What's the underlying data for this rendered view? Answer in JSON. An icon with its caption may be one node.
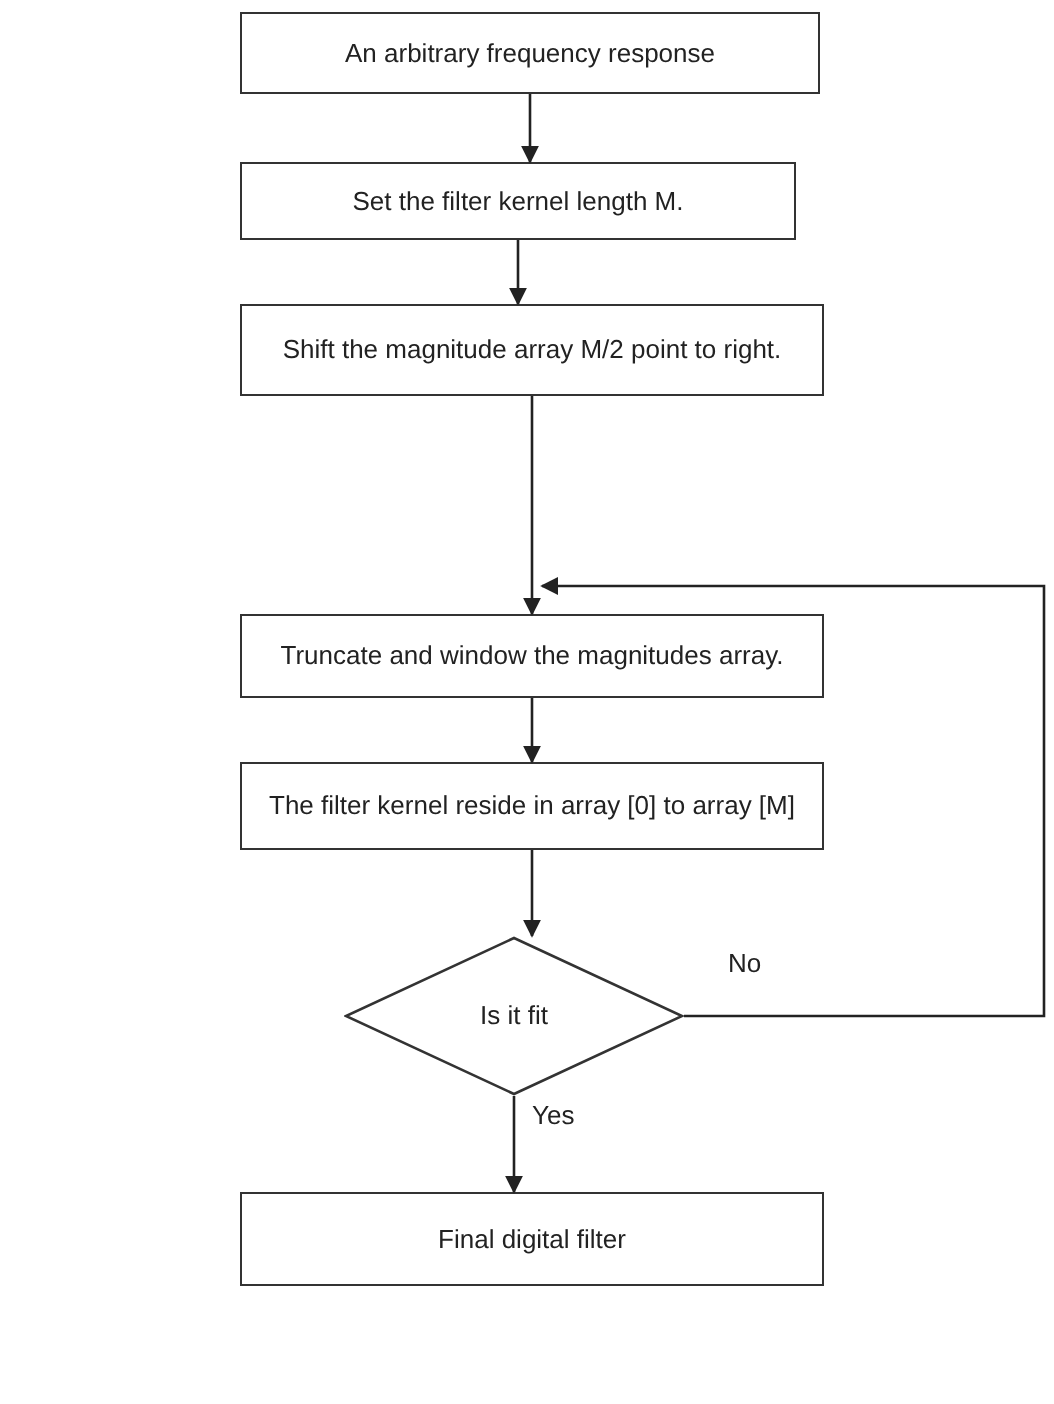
{
  "diagram": {
    "nodes": [
      {
        "text": [
          "An arbitrary frequency response"
        ]
      },
      {
        "text": [
          "Set the filter kernel length M."
        ]
      },
      {
        "text": [
          "Shift the magnitude array M/2 point to right."
        ]
      },
      {
        "text": [
          "Truncate and window the magnitudes array."
        ]
      },
      {
        "text": [
          "The filter kernel reside in array [0] to array [M]"
        ]
      },
      {
        "text": [
          "Is it fit"
        ]
      },
      {
        "text": [
          "Final digital filter"
        ]
      }
    ],
    "edges": [
      {
        "from": 0,
        "to": 1,
        "arrow": "to"
      },
      {
        "from": 1,
        "to": 2,
        "arrow": "to"
      },
      {
        "from": 2,
        "to": 3,
        "arrow": "to"
      },
      {
        "from": 3,
        "to": 4,
        "arrow": "to"
      },
      {
        "from": 4,
        "to": 5,
        "arrow": "to"
      },
      {
        "from": 5,
        "to": 6,
        "arrow": "to",
        "label": "Yes"
      },
      {
        "from": 5,
        "to": 3,
        "arrow": "to",
        "label": "No"
      }
    ]
  }
}
